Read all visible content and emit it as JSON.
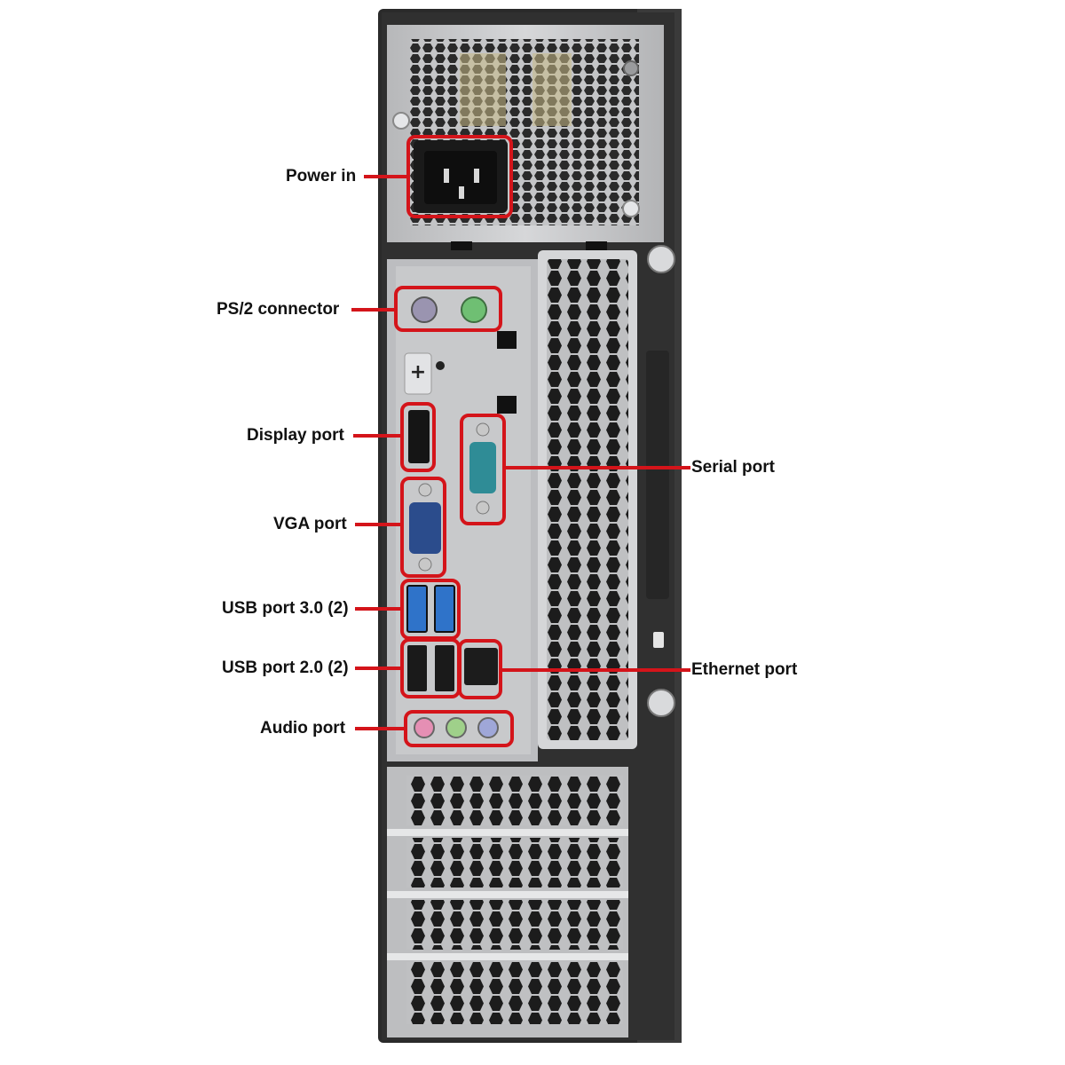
{
  "callouts": {
    "power_in": "Power in",
    "ps2_connector": "PS/2 connector",
    "display_port": "Display port",
    "vga_port": "VGA port",
    "usb_30": "USB port 3.0 (2)",
    "usb_20": "USB port 2.0 (2)",
    "audio_port": "Audio port",
    "serial_port": "Serial port",
    "ethernet_port": "Ethernet port"
  },
  "colors": {
    "callout_red": "#d4141a",
    "chassis_dark": "#2a2a2a",
    "panel_silver": "#c9cacc",
    "io_plate": "#b9babd",
    "usb3_blue": "#2f73c9",
    "ps2_green": "#6fbf73",
    "ps2_purple": "#9a94b0",
    "audio_pink": "#e58fb4",
    "audio_green": "#9fd08a",
    "audio_blue": "#9fa7d8"
  }
}
